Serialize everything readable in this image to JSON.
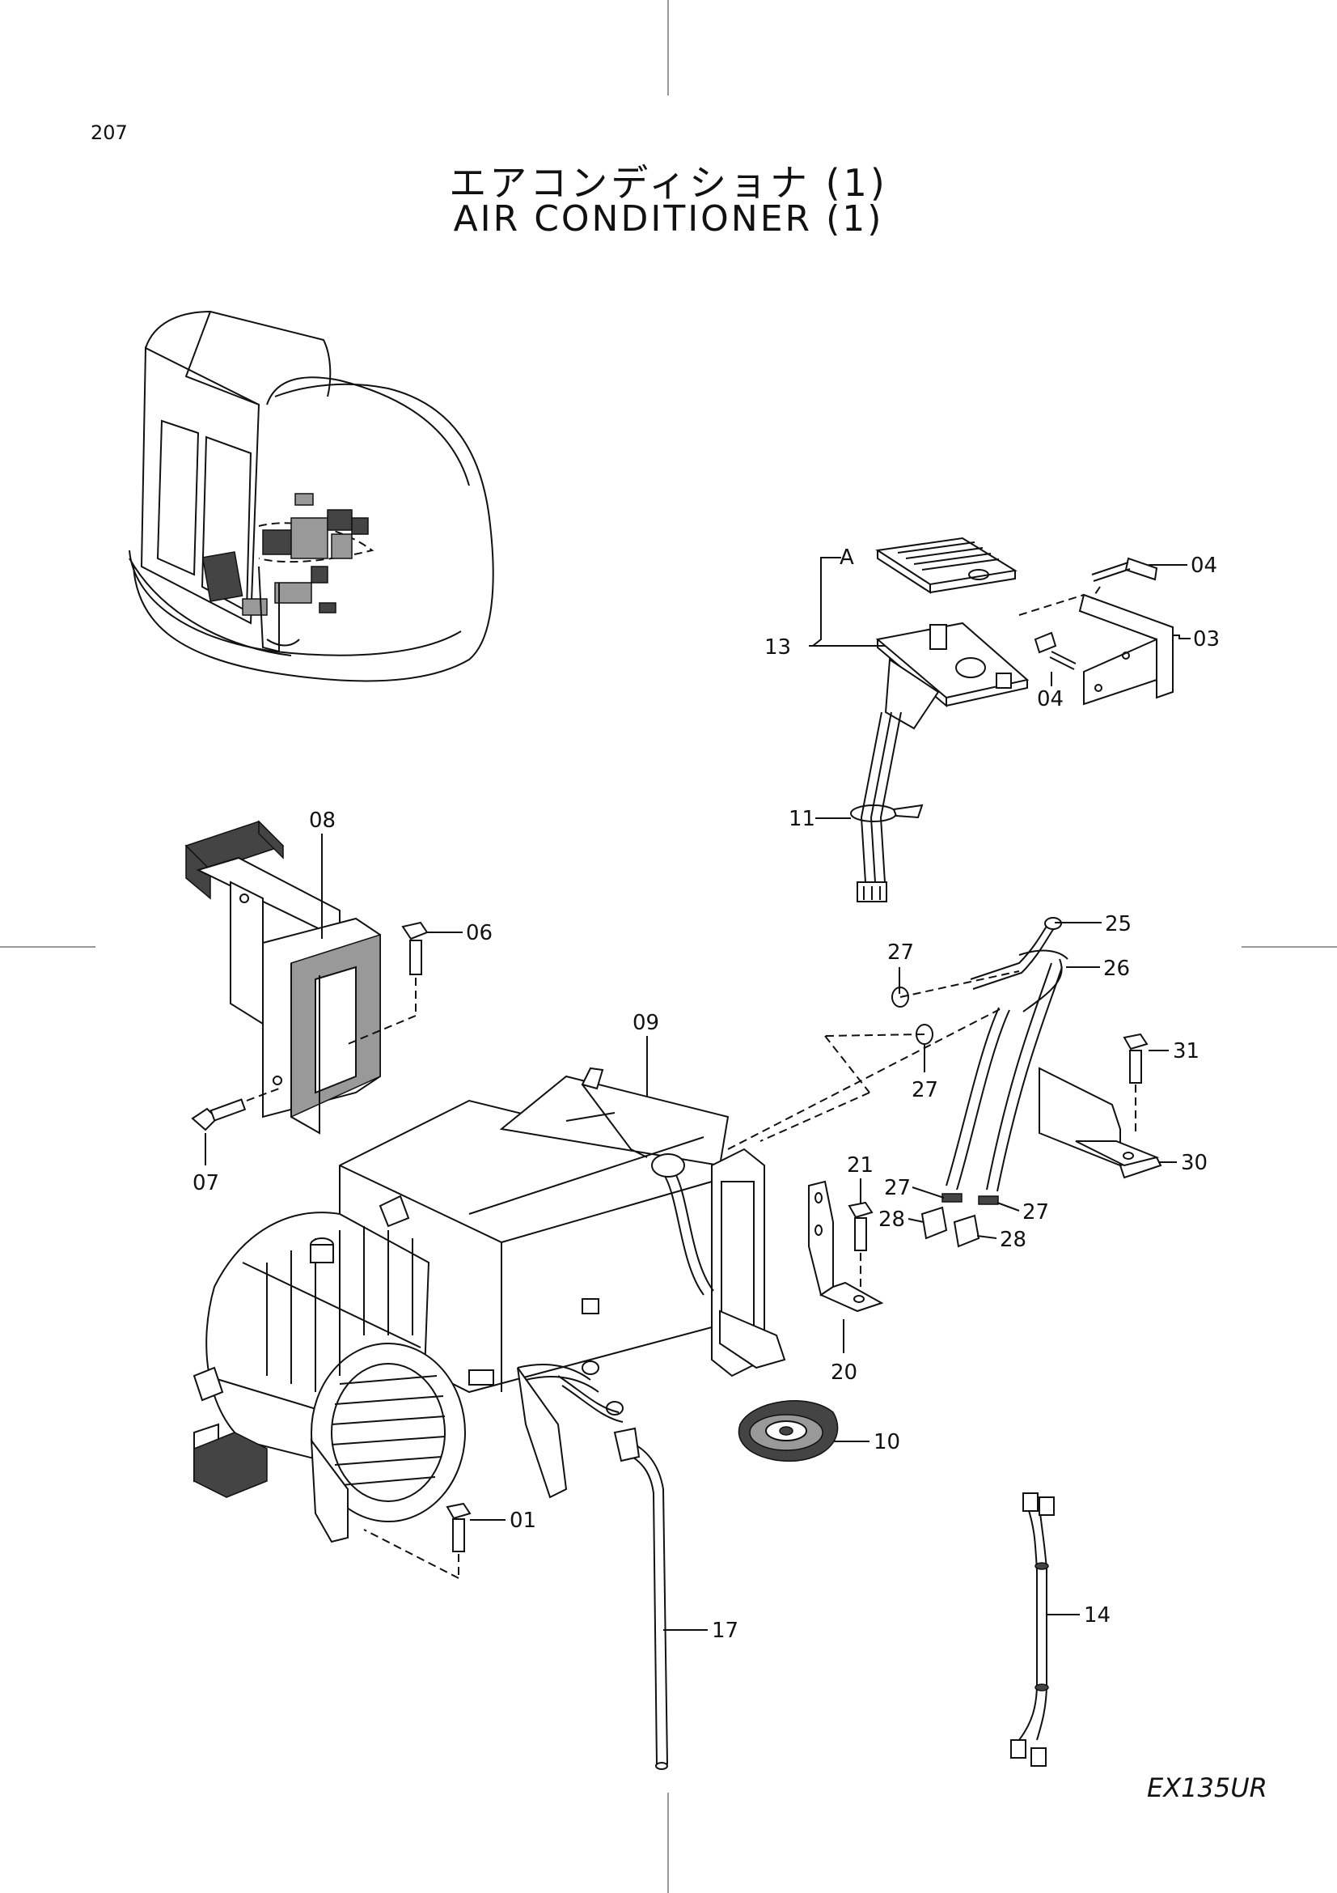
{
  "header": {
    "page_number": "207",
    "title_ja": "エアコンディショナ (1)",
    "title_en": "AIR CONDITIONER (1)"
  },
  "footer": {
    "model": "EX135UR"
  },
  "callouts": {
    "a": "A",
    "p01": "01",
    "p03": "03",
    "p04a": "04",
    "p04b": "04",
    "p06": "06",
    "p07": "07",
    "p08": "08",
    "p09": "09",
    "p10": "10",
    "p11": "11",
    "p13": "13",
    "p14": "14",
    "p17": "17",
    "p20": "20",
    "p21": "21",
    "p25": "25",
    "p26": "26",
    "p27a": "27",
    "p27b": "27",
    "p27c": "27",
    "p27d": "27",
    "p28a": "28",
    "p28b": "28",
    "p30": "30",
    "p31": "31"
  }
}
